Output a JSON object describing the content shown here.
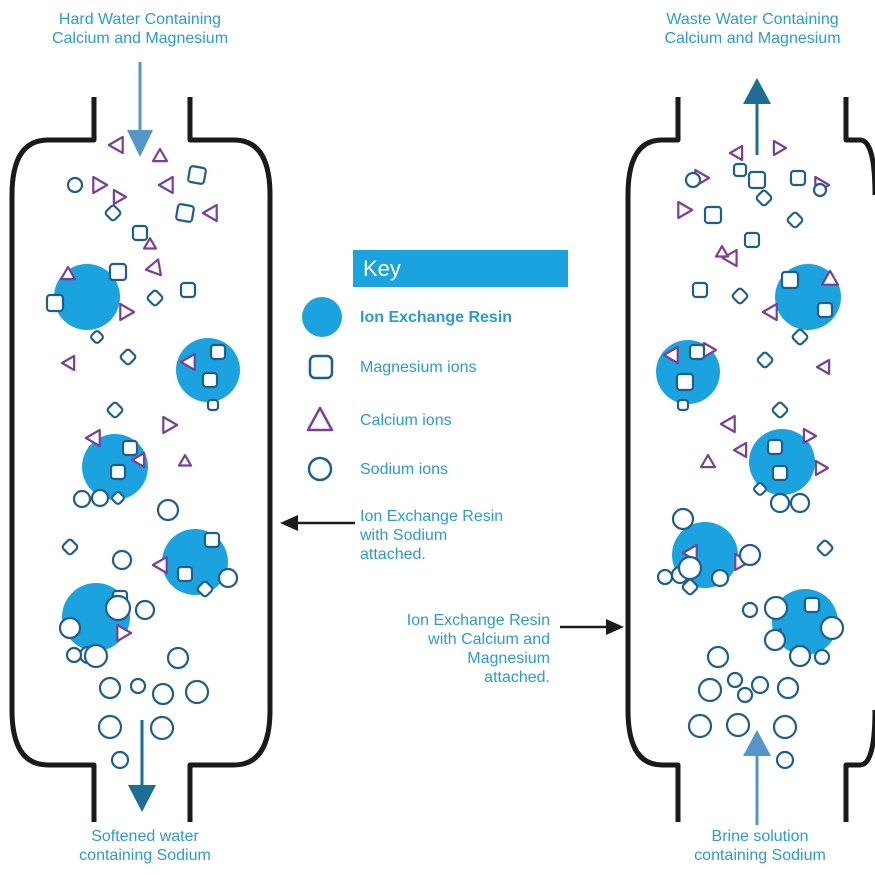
{
  "labels": {
    "hard_water": [
      "Hard Water Containing",
      "Calcium and Magnesium"
    ],
    "waste_water": [
      "Waste Water Containing",
      "Calcium and Magnesium"
    ],
    "softened": [
      "Softened water",
      "containing Sodium"
    ],
    "brine": [
      "Brine solution",
      "containing Sodium"
    ],
    "resin_sodium": [
      "Ion Exchange Resin",
      "with Sodium",
      "attached."
    ],
    "resin_ca_mg": [
      "Ion Exchange Resin",
      "with Calcium and",
      "Magnesium",
      "attached."
    ]
  },
  "key": {
    "title": "Key",
    "items": [
      {
        "icon": "resin-circle-icon",
        "label": "Ion Exchange Resin"
      },
      {
        "icon": "square-icon",
        "label": "Magnesium ions"
      },
      {
        "icon": "triangle-icon",
        "label": "Calcium ions"
      },
      {
        "icon": "circle-icon",
        "label": "Sodium ions"
      }
    ]
  },
  "colors": {
    "text": "#2a9bd8",
    "resin": "#1ba3e0",
    "ion_outline": "#1d5e8c",
    "calcium": "#7a3f99",
    "arrow_flow": "#5595c9",
    "arrow_out": "#1d6e96",
    "tank_outline": "#1a1a1a"
  }
}
